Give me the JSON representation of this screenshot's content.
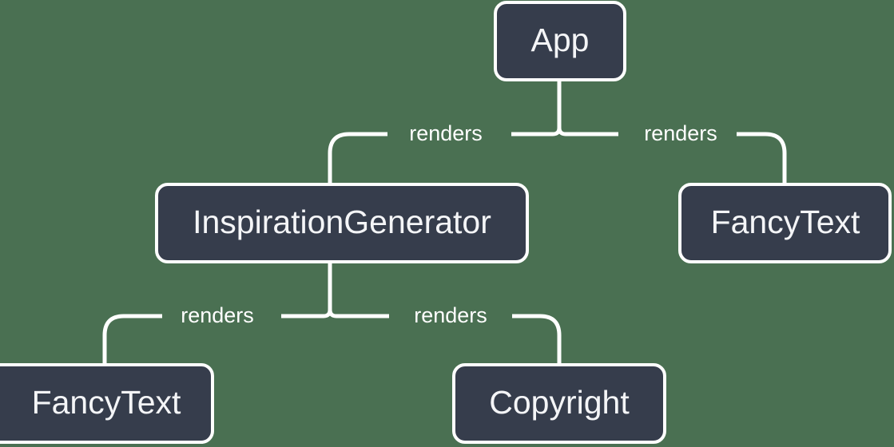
{
  "diagram": {
    "type": "component-tree",
    "title": "React component render tree",
    "colors": {
      "background": "#4a7052",
      "node_fill": "#363d4c",
      "node_stroke": "#ffffff",
      "node_text": "#f4f5f7",
      "edge": "#ffffff",
      "edge_label_text": "#ffffff"
    },
    "nodes": [
      {
        "id": "app",
        "label": "App"
      },
      {
        "id": "inspiration-generator",
        "label": "InspirationGenerator"
      },
      {
        "id": "fancytext-right",
        "label": "FancyText"
      },
      {
        "id": "fancytext-bottom-left",
        "label": "FancyText"
      },
      {
        "id": "copyright",
        "label": "Copyright"
      }
    ],
    "edges": [
      {
        "from": "app",
        "to": "inspiration-generator",
        "label": "renders"
      },
      {
        "from": "app",
        "to": "fancytext-right",
        "label": "renders"
      },
      {
        "from": "inspiration-generator",
        "to": "fancytext-bottom-left",
        "label": "renders"
      },
      {
        "from": "inspiration-generator",
        "to": "copyright",
        "label": "renders"
      }
    ]
  }
}
